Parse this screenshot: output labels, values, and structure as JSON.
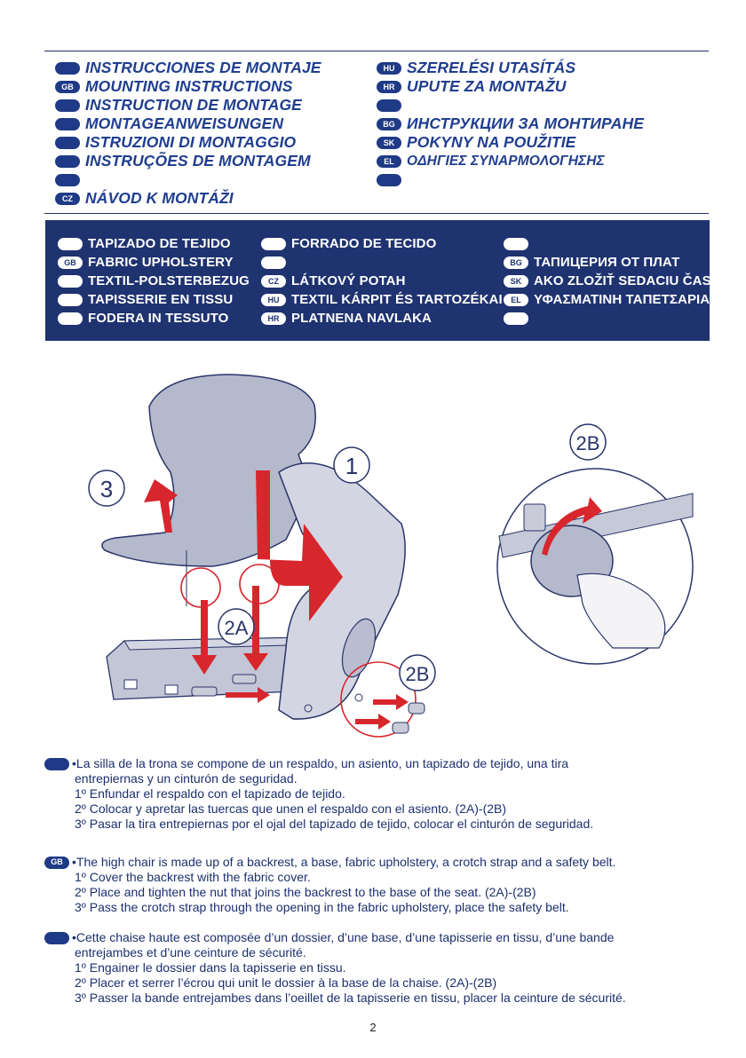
{
  "titles": {
    "left": [
      {
        "code": "",
        "text": "INSTRUCCIONES DE MONTAJE"
      },
      {
        "code": "GB",
        "text": "MOUNTING INSTRUCTIONS"
      },
      {
        "code": "",
        "text": "INSTRUCTION DE MONTAGE"
      },
      {
        "code": "",
        "text": "MONTAGEANWEISUNGEN"
      },
      {
        "code": "",
        "text": "ISTRUZIONI DI MONTAGGIO"
      },
      {
        "code": "",
        "text": "INSTRUÇÕES DE MONTAGEM"
      },
      {
        "code": "",
        "text": ""
      },
      {
        "code": "CZ",
        "text": "NÁVOD K MONTÁŽI"
      }
    ],
    "right": [
      {
        "code": "HU",
        "text": "SZERELÉSI UTASÍTÁS"
      },
      {
        "code": "HR",
        "text": "UPUTE ZA MONTAŽU"
      },
      {
        "code": "",
        "text": ""
      },
      {
        "code": "BG",
        "text": "ИНСТРУКЦИИ ЗА МОНТИРАНЕ"
      },
      {
        "code": "SK",
        "text": "POKYNY NA POUŽITIE"
      },
      {
        "code": "EL",
        "text": "ΟΔΗΓΙΕΣ ΣΥΝΑΡΜΟΛΟΓΗΣΗΣ"
      },
      {
        "code": "",
        "text": ""
      }
    ]
  },
  "band": {
    "col1": [
      {
        "code": "",
        "text": "TAPIZADO DE TEJIDO"
      },
      {
        "code": "GB",
        "text": "FABRIC UPHOLSTERY"
      },
      {
        "code": "",
        "text": "TEXTIL-POLSTERBEZUG"
      },
      {
        "code": "",
        "text": "TAPISSERIE EN TISSU"
      },
      {
        "code": "",
        "text": "FODERA IN  TESSUTO"
      }
    ],
    "col2": [
      {
        "code": "",
        "text": "FORRADO DE TECIDO"
      },
      {
        "code": "",
        "text": ""
      },
      {
        "code": "CZ",
        "text": "LÁTKOVÝ POTAH"
      },
      {
        "code": "HU",
        "text": "TEXTIL KÁRPIT ÉS TARTOZÉKAI"
      },
      {
        "code": "HR",
        "text": "PLATNENA NAVLAKA"
      }
    ],
    "col3": [
      {
        "code": "",
        "text": ""
      },
      {
        "code": "BG",
        "text": "ТАПИЦЕРИЯ ОТ ПЛАТ"
      },
      {
        "code": "SK",
        "text": "AKO ZLOŽIŤ SEDACIU ČASŤ"
      },
      {
        "code": "EL",
        "text": "ΥΦΑΣΜΑΤΙΝΗ ΤΑΠΕΤΣΑΡΙΑ"
      },
      {
        "code": "",
        "text": ""
      }
    ]
  },
  "figure": {
    "step1": "1",
    "step3": "3",
    "step2a": "2A",
    "step2b": "2B",
    "step2b_detail": "2B"
  },
  "instructions": [
    {
      "code": "",
      "lines": [
        "•La silla de la trona se compone de un respaldo, un asiento, un tapizado de tejido, una tira",
        "entrepiernas y un cinturón de seguridad.",
        "1º Enfundar el respaldo con el tapizado de tejido.",
        "2º Colocar y apretar las tuercas que unen el respaldo con el asiento. (2A)-(2B)",
        "3º Pasar la tira entrepiernas por el ojal del tapizado de tejido, colocar el cinturón de seguridad."
      ]
    },
    {
      "code": "GB",
      "lines": [
        "•The high chair is made up of a backrest, a base, fabric upholstery, a crotch strap and a safety belt.",
        "1º Cover the backrest with the fabric cover.",
        "2º Place and tighten the nut that joins the backrest to the base of the seat. (2A)-(2B)",
        "3º Pass the crotch strap through the opening in the fabric upholstery, place the safety belt."
      ]
    },
    {
      "code": "",
      "lines": [
        "•Cette chaise haute est composée d’un dossier, d’une base, d’une tapisserie en tissu, d’une bande",
        "entrejambes et d’une ceinture de sécurité.",
        "1º Engainer le dossier dans la tapisserie en tissu.",
        "2º Placer et serrer l’écrou qui unit le dossier à la base de la chaise. (2A)-(2B)",
        "3º Passer la bande entrejambes dans l’oeillet de la tapisserie en tissu, placer la ceinture de sécurité."
      ]
    }
  ],
  "page_number": "2",
  "colors": {
    "navy": "#1f3370",
    "accent_red": "#d8262d",
    "chair_gray": "#b4b9cc"
  }
}
